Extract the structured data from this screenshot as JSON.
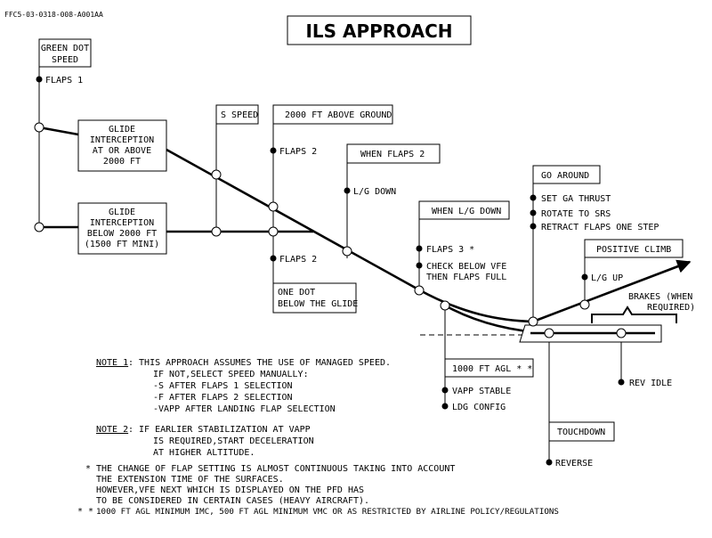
{
  "header": {
    "ref": "FFC5-03-0318-008-A001AA",
    "title": "ILS APPROACH"
  },
  "labels": {
    "green_dot": [
      "GREEN DOT",
      "SPEED"
    ],
    "flaps1": "FLAPS 1",
    "glide_above": [
      "GLIDE",
      "INTERCEPTION",
      "AT OR ABOVE",
      "2000 FT"
    ],
    "glide_below": [
      "GLIDE",
      "INTERCEPTION",
      "BELOW 2000 FT",
      "(1500 FT MINI)"
    ],
    "s_speed": "S SPEED",
    "above_ground": "2000 FT ABOVE GROUND",
    "flaps2_upper": "FLAPS 2",
    "flaps2_lower": "FLAPS 2",
    "one_dot": [
      "ONE DOT",
      "BELOW THE GLIDE"
    ],
    "when_flaps2": "WHEN FLAPS 2",
    "lg_down": "L/G DOWN",
    "when_lg_down": "WHEN L/G DOWN",
    "flaps3": "FLAPS 3 *",
    "check_vfe": [
      "CHECK BELOW VFE",
      "THEN FLAPS FULL"
    ],
    "go_around": "GO AROUND",
    "ga_items": [
      "SET GA THRUST",
      "ROTATE TO SRS",
      "RETRACT FLAPS ONE STEP"
    ],
    "positive_climb": "POSITIVE CLIMB",
    "lg_up": "L/G UP",
    "brakes": [
      "BRAKES (WHEN",
      "REQUIRED)"
    ],
    "agl_1000": "1000 FT AGL * *",
    "vapp_stable": "VAPP STABLE",
    "ldg_config": "LDG CONFIG",
    "rev_idle": "REV IDLE",
    "touchdown": "TOUCHDOWN",
    "reverse": "REVERSE"
  },
  "notes": {
    "note1_label": "NOTE 1",
    "note1_lines": [
      ": THIS APPROACH ASSUMES THE USE OF MANAGED SPEED.",
      "IF NOT,SELECT SPEED MANUALLY:",
      "-S AFTER FLAPS 1 SELECTION",
      "-F AFTER FLAPS 2 SELECTION",
      "-VAPP AFTER LANDING FLAP SELECTION"
    ],
    "note2_label": "NOTE 2",
    "note2_lines": [
      ": IF EARLIER STABILIZATION AT VAPP",
      "IS REQUIRED,START DECELERATION",
      "AT HIGHER ALTITUDE."
    ],
    "star1_mark": "*",
    "star1_lines": [
      "THE CHANGE OF FLAP SETTING IS ALMOST CONTINUOUS TAKING INTO ACCOUNT",
      "THE EXTENSION TIME OF THE SURFACES.",
      "HOWEVER,VFE NEXT WHICH IS DISPLAYED ON THE PFD HAS",
      "TO BE CONSIDERED IN CERTAIN CASES (HEAVY AIRCRAFT)."
    ],
    "star2_mark": "* *",
    "star2_line": "1000 FT AGL MINIMUM IMC, 500 FT AGL MINIMUM VMC OR AS RESTRICTED BY AIRLINE POLICY/REGULATIONS"
  }
}
